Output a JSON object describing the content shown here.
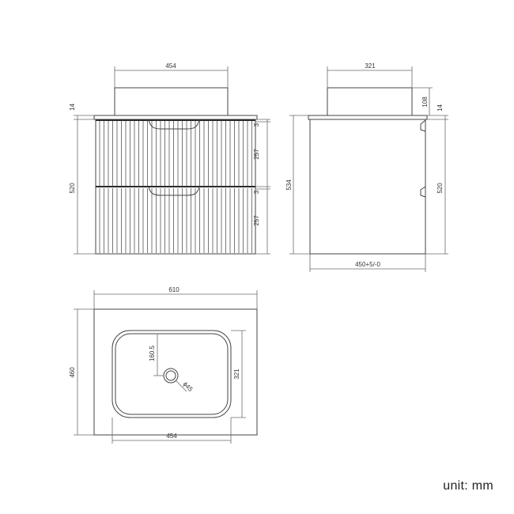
{
  "front_view": {
    "basin_width": "454",
    "top_thickness": "14",
    "cabinet_height": "520",
    "drawer_gap_top": "3",
    "drawer_height_top": "257",
    "drawer_gap_bottom": "3",
    "drawer_height_bottom": "257"
  },
  "side_view": {
    "basin_depth": "321",
    "basin_height": "108",
    "top_thickness": "14",
    "total_height": "534",
    "cabinet_height": "520",
    "cabinet_depth": "450+5/-0"
  },
  "top_view": {
    "top_width": "610",
    "top_depth": "460",
    "basin_width": "454",
    "basin_depth": "321",
    "drain_offset": "160.5",
    "drain_diameter": "ϕ45"
  },
  "unit_label": "unit: mm"
}
